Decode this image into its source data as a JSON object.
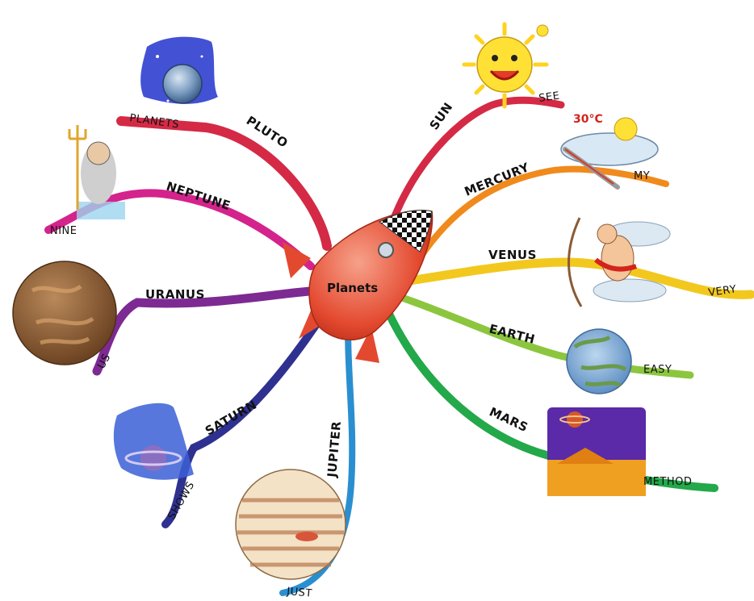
{
  "center": {
    "label": "Planets"
  },
  "branches": [
    {
      "id": "pluto",
      "label": "PLUTO",
      "word": "PLANETS",
      "color": "#d42a46",
      "icon": "pluto-planet-icon"
    },
    {
      "id": "neptune",
      "label": "NEPTUNE",
      "word": "NINE",
      "color": "#d4238c",
      "icon": "neptune-god-icon"
    },
    {
      "id": "uranus",
      "label": "URANUS",
      "word": "US",
      "color": "#7d2a93",
      "icon": "uranus-planet-icon"
    },
    {
      "id": "saturn",
      "label": "SATURN",
      "word": "SHOWS",
      "color": "#2f3190",
      "icon": "saturn-planet-icon"
    },
    {
      "id": "jupiter",
      "label": "JUPITER",
      "word": "JUST",
      "color": "#2a8fd0",
      "icon": "jupiter-planet-icon"
    },
    {
      "id": "sun",
      "label": "SUN",
      "word": "SEE",
      "color": "#d42a46",
      "icon": "sun-cartoon-icon"
    },
    {
      "id": "mercury",
      "label": "MERCURY",
      "word": "MY",
      "color": "#f08a1c",
      "icon": "thermometer-cloud-icon"
    },
    {
      "id": "venus",
      "label": "VENUS",
      "word": "VERY",
      "color": "#f2c81e",
      "icon": "cupid-icon"
    },
    {
      "id": "earth",
      "label": "EARTH",
      "word": "EASY",
      "color": "#8cc63f",
      "icon": "earth-globe-icon"
    },
    {
      "id": "mars",
      "label": "MARS",
      "word": "METHOD",
      "color": "#23a84a",
      "icon": "mars-landscape-icon"
    }
  ],
  "icon_annotations": {
    "mercury_temperature": "30°C"
  }
}
